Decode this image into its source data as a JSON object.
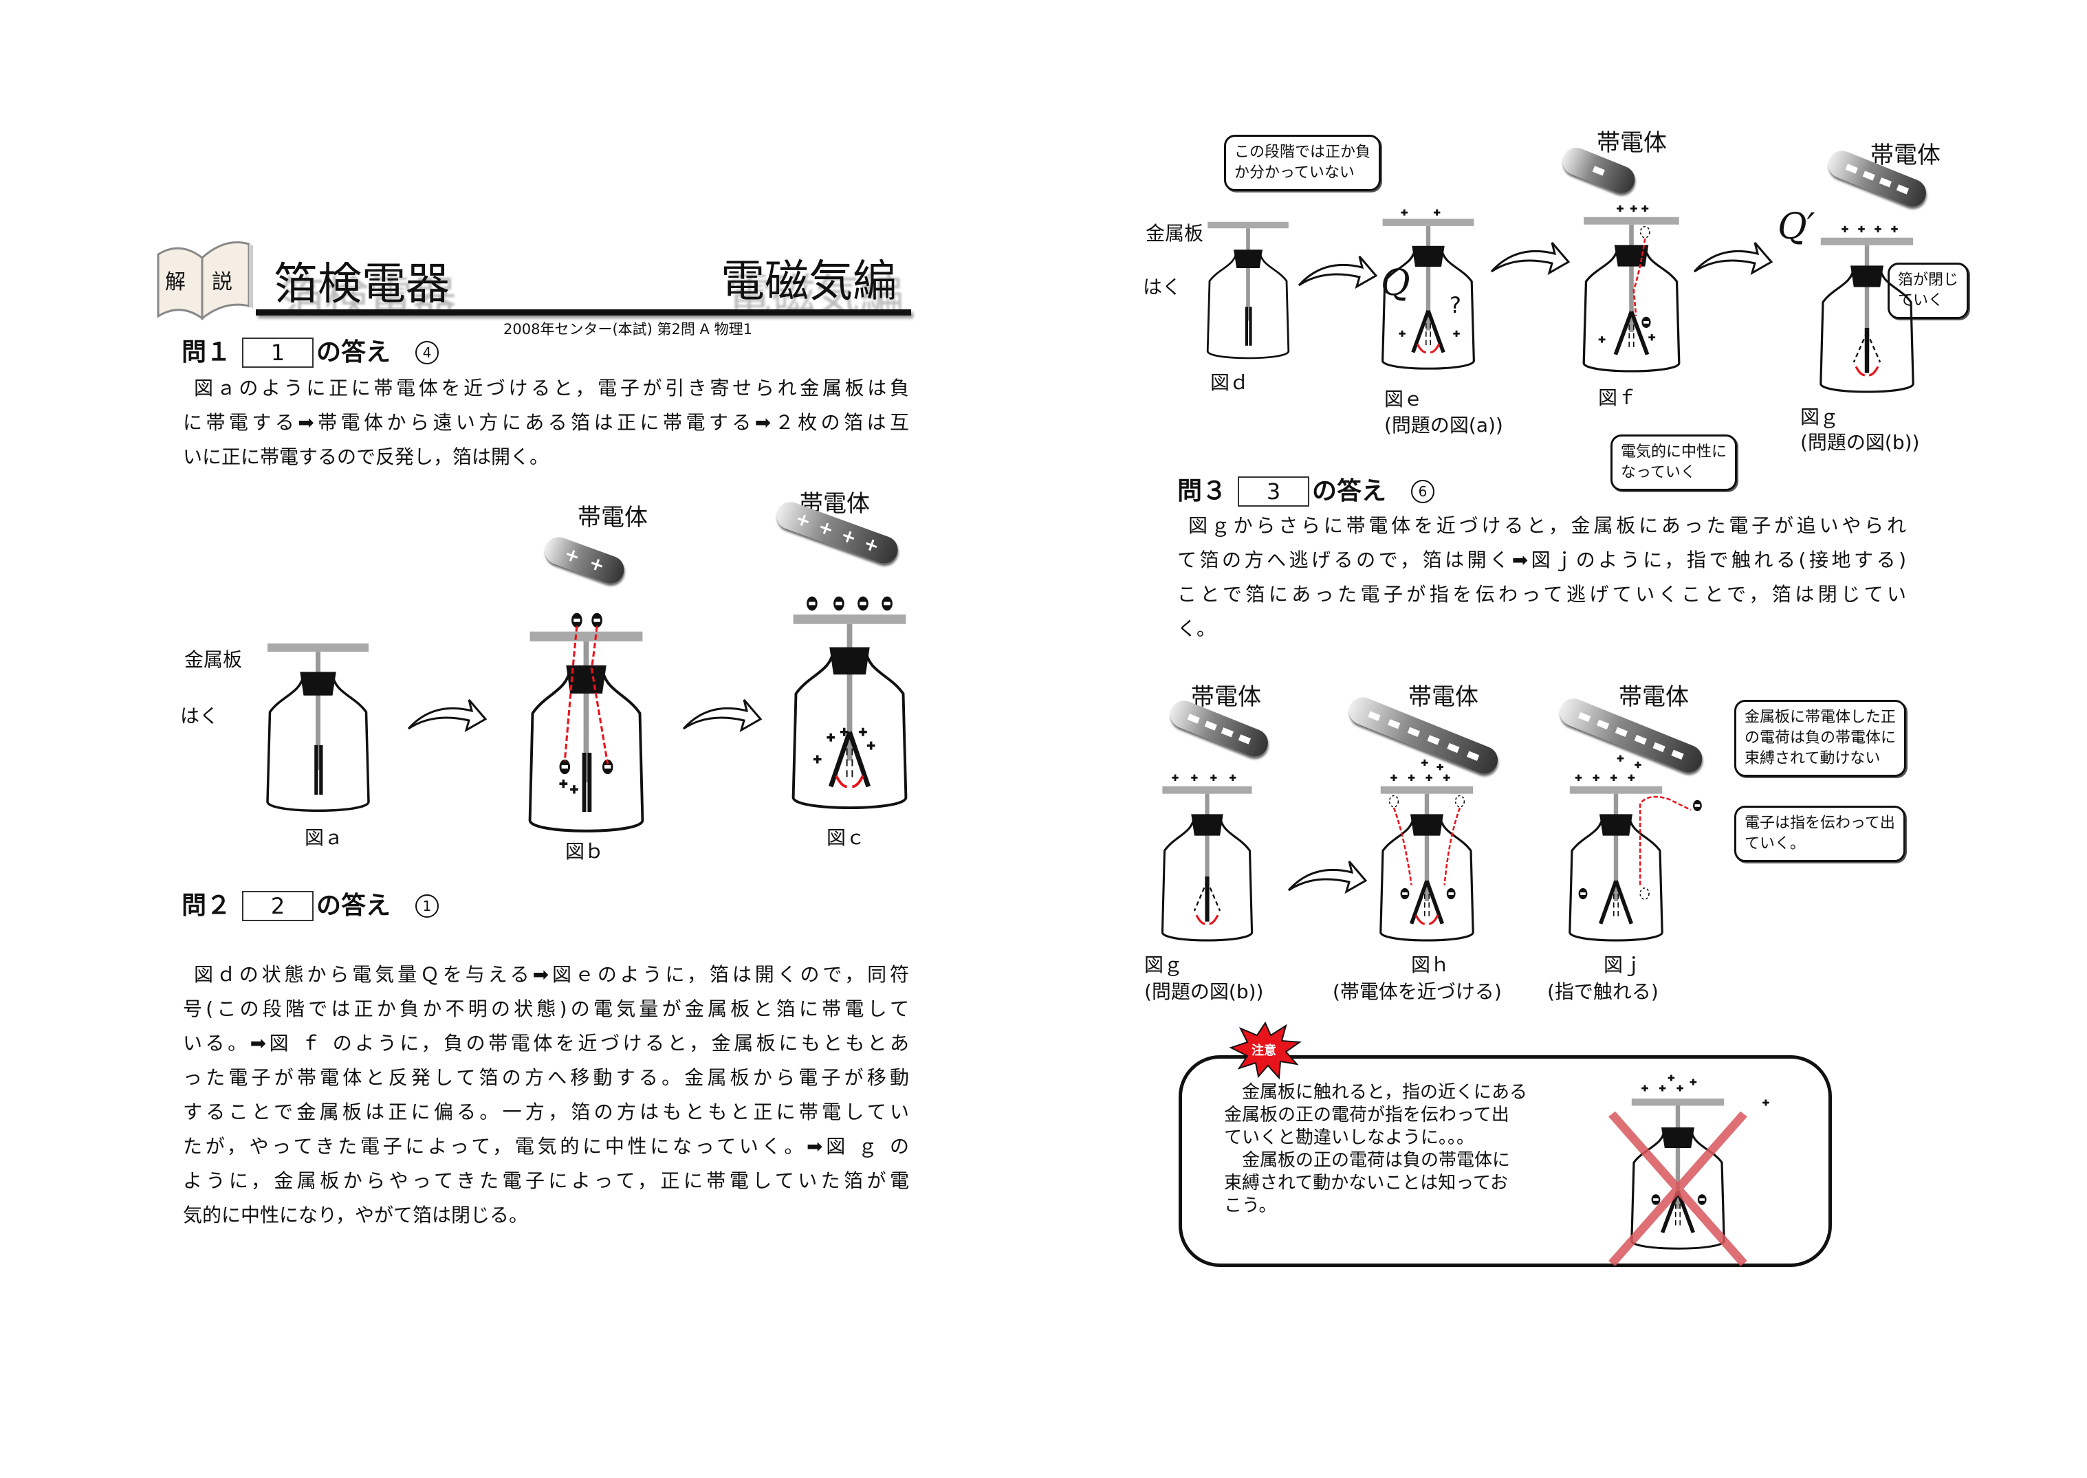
{
  "header": {
    "badge_left": "解",
    "badge_right": "説",
    "title": "箔検電器",
    "category": "電磁気編",
    "source": "2008年センター(本試) 第2問 A 物理1"
  },
  "q1": {
    "label": "問１",
    "box": "1",
    "answer_label": "の答え",
    "answer": "4",
    "lines": [
      "図ａのように正に帯電体を近づけると，電子が引き寄せられ金属板は負",
      "に帯電する➡帯電体から遠い方にある箔は正に帯電する➡２枚の箔は互",
      "いに正に帯電するので反発し，箔は開く。"
    ]
  },
  "fig_abc": {
    "metal_plate": "金属板",
    "leaf": "はく",
    "rod_label_b": "帯電体",
    "rod_label_c": "帯電体",
    "cap_a": "図ａ",
    "cap_b": "図ｂ",
    "cap_c": "図ｃ"
  },
  "q2": {
    "label": "問２",
    "box": "2",
    "answer_label": "の答え",
    "answer": "1",
    "lines": [
      "図ｄの状態から電気量Ｑを与える➡図ｅのように，箔は開くので，同符",
      "号(この段階では正か負か不明の状態)の電気量が金属板と箔に帯電して",
      "いる。➡図 ｆ のように，負の帯電体を近づけると，金属板にもともとあ",
      "った電子が帯電体と反発して箔の方へ移動する。金属板から電子が移動",
      "することで金属板は正に偏る。一方，箔の方はもともと正に帯電してい",
      "たが，やってきた電子によって，電気的に中性になっていく。➡図 ｇ の",
      "ように，金属板からやってきた電子によって，正に帯電していた箔が電",
      "気的に中性になり，やがて箔は閉じる。"
    ]
  },
  "fig_defg": {
    "metal_plate": "金属板",
    "leaf": "はく",
    "bubble_unknown": [
      "この段階では正か負",
      "か分かっていない"
    ],
    "charge_q": "Q",
    "question_mark": "?",
    "rod_label_f": "帯電体",
    "rod_label_g": "帯電体",
    "charge_q_prime": "Q′",
    "bubble_closing": [
      "箔が閉じ",
      "ていく"
    ],
    "bubble_neutral": [
      "電気的に中性に",
      "なっていく"
    ],
    "cap_d": "図ｄ",
    "cap_e": "図ｅ",
    "cap_e_sub": "(問題の図(a))",
    "cap_f": "図ｆ",
    "cap_g": "図ｇ",
    "cap_g_sub": "(問題の図(b))"
  },
  "q3": {
    "label": "問３",
    "box": "3",
    "answer_label": "の答え",
    "answer": "6",
    "lines": [
      "図ｇからさらに帯電体を近づけると，金属板にあった電子が追いやられ",
      "て箔の方へ逃げるので，箔は開く➡図ｊのように，指で触れる(接地する)",
      "ことで箔にあった電子が指を伝わって逃げていくことで，箔は閉じてい",
      "く。"
    ]
  },
  "fig_ghj": {
    "rod_label_g": "帯電体",
    "rod_label_h": "帯電体",
    "rod_label_j": "帯電体",
    "bubble_bound": [
      "金属板に帯電体した正",
      "の電荷は負の帯電体に",
      "束縛されて動けない"
    ],
    "bubble_escape": [
      "電子は指を伝わって出",
      "ていく。"
    ],
    "cap_g": "図ｇ",
    "cap_g_sub": "(問題の図(b))",
    "cap_h": "図ｈ",
    "cap_h_sub": "(帯電体を近づける)",
    "cap_j": "図ｊ",
    "cap_j_sub": "(指で触れる)"
  },
  "caution": {
    "badge": "注意",
    "lines": [
      "　金属板に触れると，指の近くにある",
      "金属板の正の電荷が指を伝わって出",
      "ていくと勘違いしなように。。。",
      "　金属板の正の電荷は負の帯電体に",
      "束縛されて動かないことは知ってお",
      "こう。"
    ]
  },
  "colors": {
    "accent_red": "#e8141c",
    "cross_red": "#d9575c",
    "plate_gray": "#a9a9a9"
  }
}
